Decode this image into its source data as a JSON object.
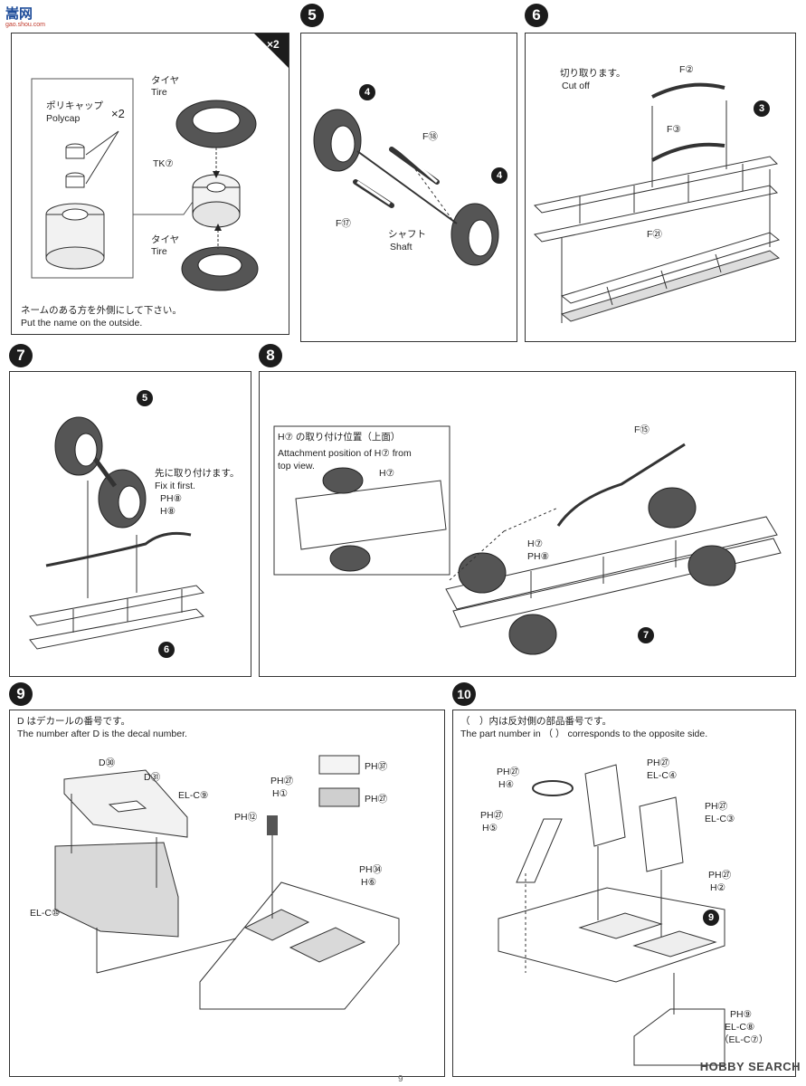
{
  "watermark": {
    "logo_text": "嵩网",
    "logo_sub": "gao.shou.com",
    "hobby_search": "HOBBY SEARCH"
  },
  "page_number": "9",
  "steps": {
    "s4": {
      "badge": "×2",
      "tire_jp": "タイヤ",
      "tire_en": "Tire",
      "polycap_jp": "ポリキャップ",
      "polycap_en": "Polycap",
      "polycap_qty": "×2",
      "tk": "TK⑦",
      "tire2_jp": "タイヤ",
      "tire2_en": "Tire",
      "note_jp": "ネームのある方を外側にして下さい。",
      "note_en": "Put the name on the outside."
    },
    "s5": {
      "num": "5",
      "c1": "4",
      "c2": "4",
      "f18": "F⑱",
      "f17": "F⑰",
      "shaft_jp": "シャフト",
      "shaft_en": "Shaft"
    },
    "s6": {
      "num": "6",
      "cut_jp": "切り取ります。",
      "cut_en": "Cut off",
      "f2": "F②",
      "f3": "F③",
      "f21": "F㉑",
      "c3": "3"
    },
    "s7": {
      "num": "7",
      "c5": "5",
      "c6": "6",
      "fix_jp": "先に取り付けます。",
      "fix_en": "Fix it first.",
      "ph8": "PH⑧",
      "h8": "H⑧"
    },
    "s8": {
      "num": "8",
      "inset_jp": "H⑦ の取り付け位置（上面）",
      "inset_en1": "Attachment position of H⑦ from",
      "inset_en2": "top view.",
      "inset_h7": "H⑦",
      "f15": "F⑮",
      "h7": "H⑦",
      "ph8": "PH⑧",
      "c7": "7"
    },
    "s9": {
      "num": "9",
      "note_jp": "D はデカールの番号です。",
      "note_en": "The number after D is the decal number.",
      "d30": "D㉚",
      "d31": "D㉛",
      "elc9": "EL-C⑨",
      "elc10": "EL-C⑩",
      "ph27": "PH㉗",
      "h1": "H①",
      "ph12": "PH⑫",
      "ph84": "PH㉞",
      "h6": "H⑥",
      "swatch1": "PH㊲",
      "swatch2": "PH㉗"
    },
    "s10": {
      "num": "10",
      "note_jp": "（　）内は反対側の部品番号です。",
      "note_en": "The part number in （ ） corresponds to the opposite side.",
      "ph27a": "PH㉗",
      "h4": "H④",
      "ph27b": "PH㉗",
      "h5": "H⑤",
      "ph27c": "PH㉗",
      "elc4": "EL-C④",
      "ph27d": "PH㉗",
      "elc3": "EL-C③",
      "ph27e": "PH㉗",
      "h2": "H②",
      "c9": "9",
      "ph9": "PH⑨",
      "elc8": "EL-C⑧",
      "elc7": "（EL-C⑦）"
    }
  },
  "colors": {
    "ink": "#222222",
    "frame": "#333333",
    "gray_fill": "#d9d9d9",
    "swatch_light": "#f4f4f4",
    "swatch_dark": "#cfcfcf"
  }
}
